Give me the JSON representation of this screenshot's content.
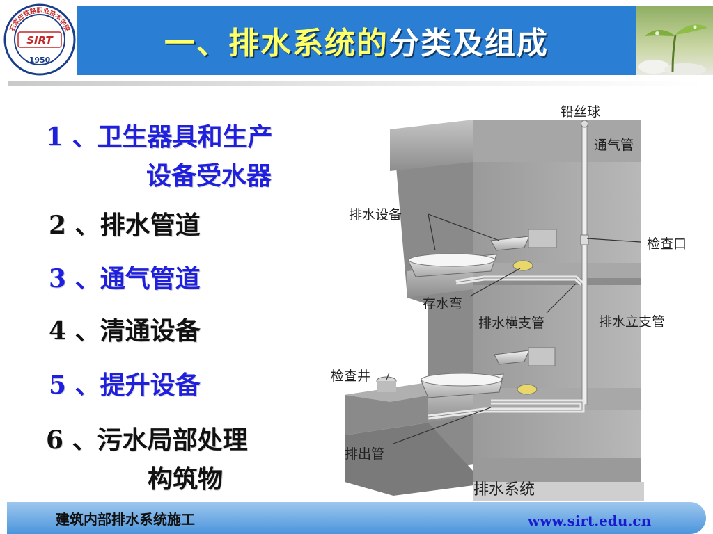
{
  "header": {
    "title_highlight": "一、排水系统的",
    "title_rest": "分类及组成",
    "logo_text": "石家庄铁路职业技术学院",
    "logo_brand": "SIRT",
    "logo_year": "1950"
  },
  "list": {
    "items": [
      {
        "line1": "1 、卫生器具和生产",
        "line2": "设备受水器",
        "color": "#1f1fe0"
      },
      {
        "line1": "2 、排水管道",
        "color": "#111111"
      },
      {
        "line1": "3 、通气管道",
        "color": "#1f1fe0"
      },
      {
        "line1": "4 、清通设备",
        "color": "#111111"
      },
      {
        "line1": "5 、提升设备",
        "color": "#1f1fe0"
      },
      {
        "line1": "6 、污水局部处理",
        "line2": "构筑物",
        "color": "#111111"
      }
    ]
  },
  "figure": {
    "labels": {
      "lead_ball": "铅丝球",
      "vent_pipe": "通气管",
      "drain_fixture": "排水设备",
      "cleanout": "检查口",
      "trap": "存水弯",
      "horizontal_branch": "排水横支管",
      "vertical_stack": "排水立支管",
      "inspection_well": "检查井",
      "outlet_pipe": "排出管",
      "caption": "排水系统"
    }
  },
  "footer": {
    "left": "建筑内部排水系统施工",
    "right": "www.sirt.edu.cn"
  },
  "colors": {
    "header_blue": "#2a7fd4",
    "title_yellow": "#ffff66",
    "item_blue": "#1f1fe0",
    "footer_blue": "#4b95dc"
  }
}
